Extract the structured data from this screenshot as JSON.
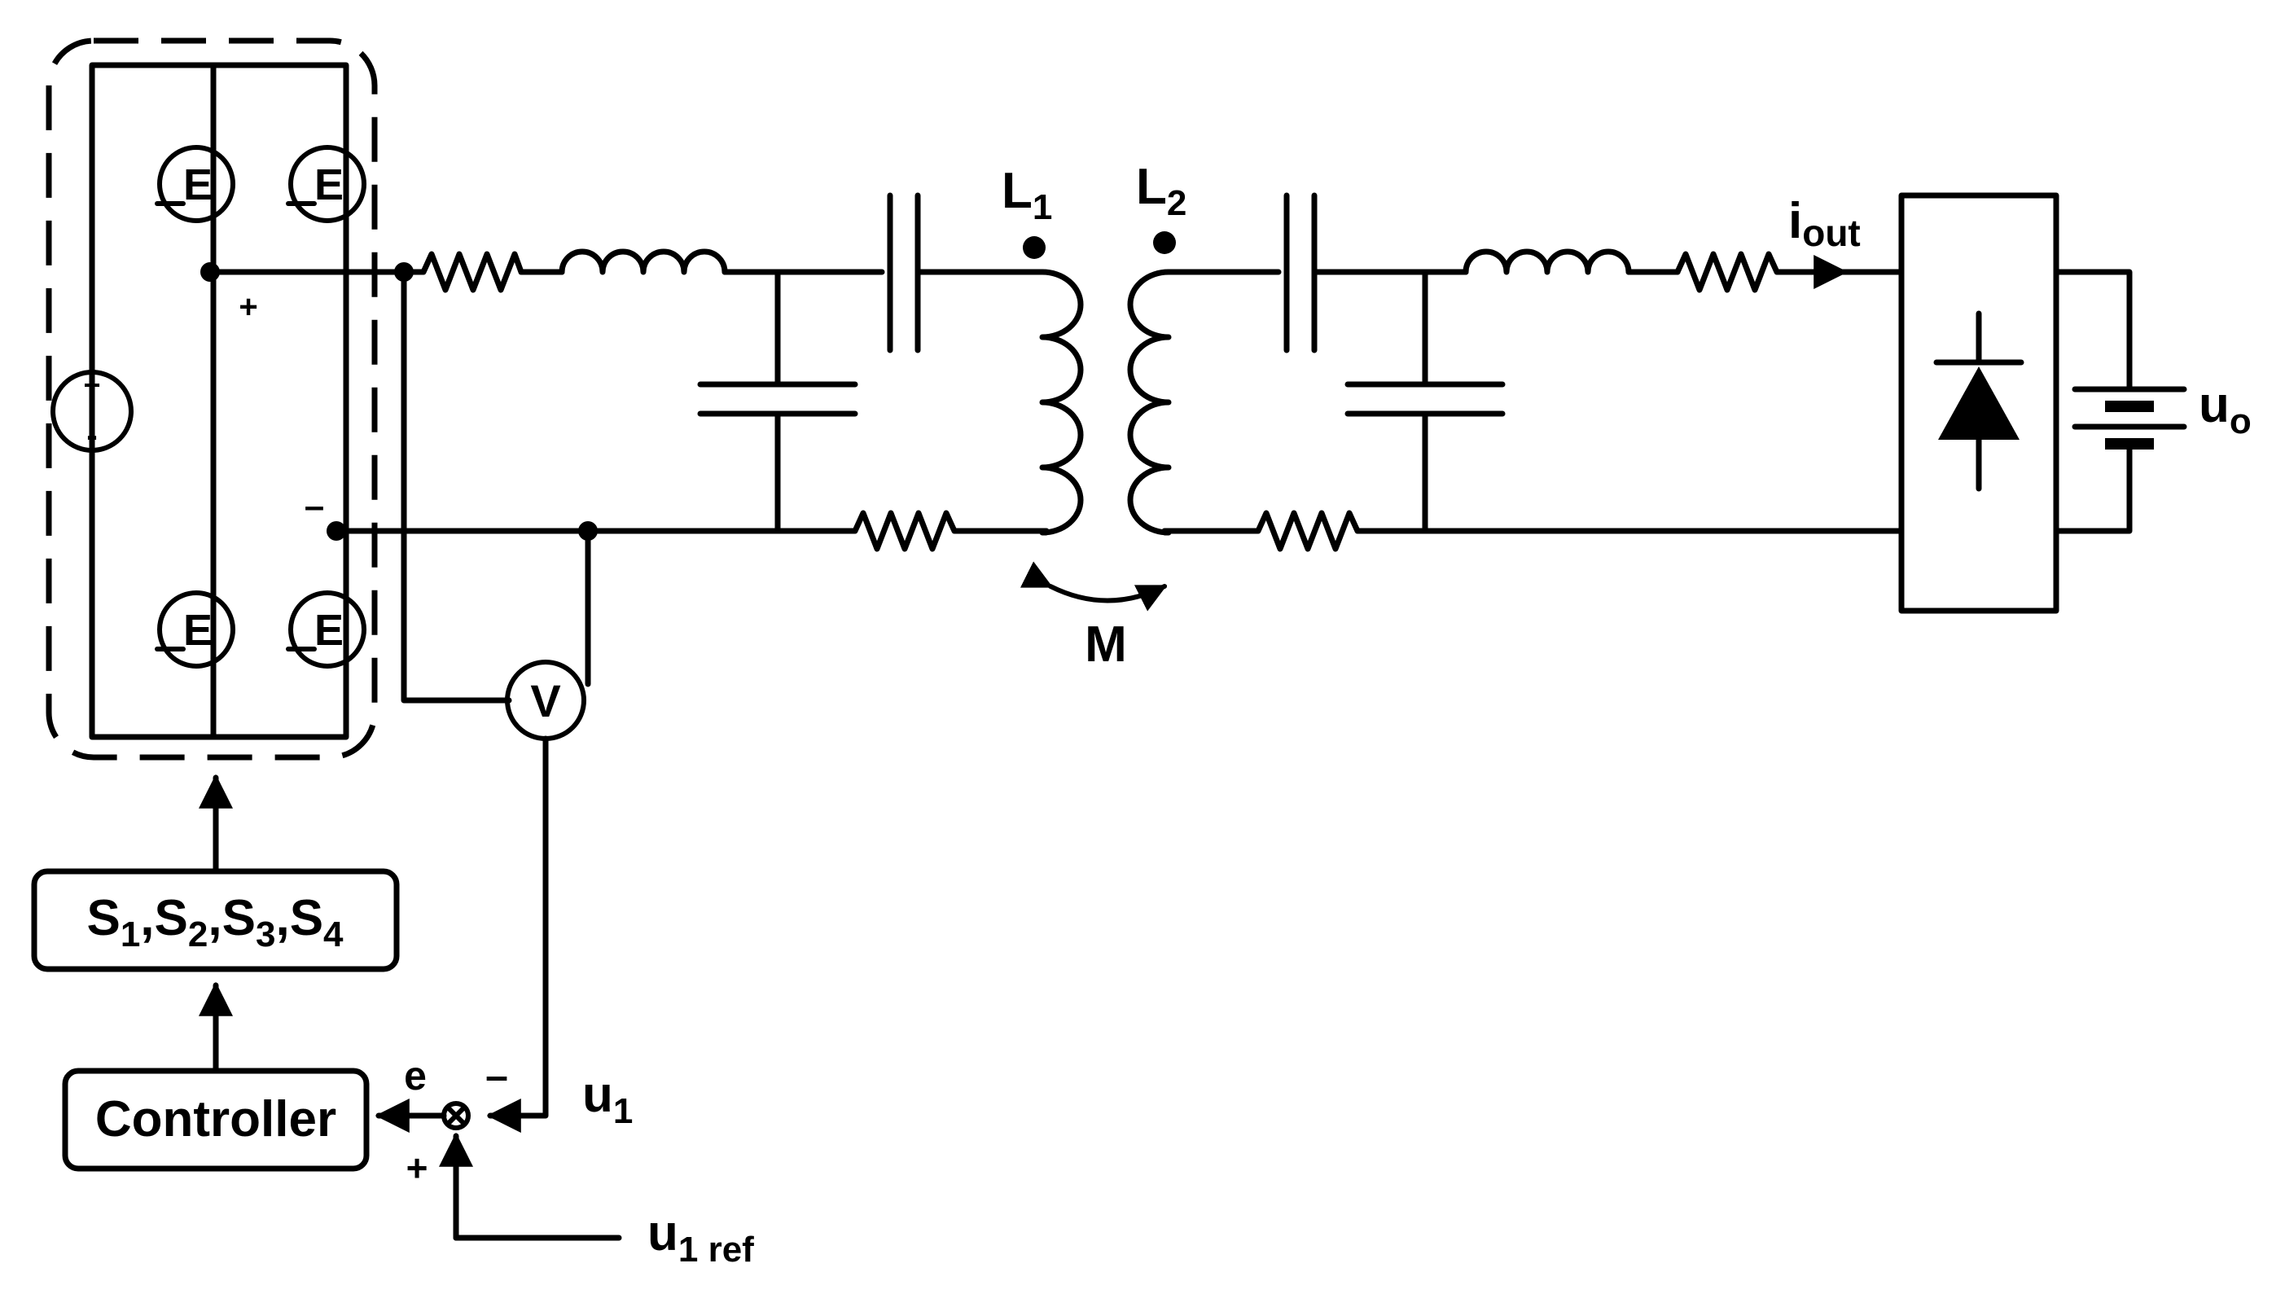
{
  "labels": {
    "l1_main": "L",
    "l1_sub": "1",
    "l2_main": "L",
    "l2_sub": "2",
    "iout_main": "i",
    "iout_sub": "out",
    "uo_main": "u",
    "uo_sub": "o",
    "mutual": "M",
    "voltmeter": "V",
    "source_plus": "+",
    "source_minus": "-",
    "bridge_plus": "+",
    "bridge_minus": "–",
    "switch_letter": "E",
    "switches": {
      "s": "S",
      "sub1": "1",
      "sub2": "2",
      "sub3": "3",
      "sub4": "4",
      "comma": ","
    },
    "controller": "Controller",
    "error": "e",
    "sum_minus": "–",
    "sum_plus": "+",
    "u1_main": "u",
    "u1_sub": "1",
    "u1ref_main": "u",
    "u1ref_sub": "1 ref"
  },
  "icons": {
    "sum": "summing-junction-icon",
    "diode": "diode-icon",
    "battery": "battery-icon",
    "transistor": "mosfet-icon",
    "source": "dc-source-icon"
  }
}
